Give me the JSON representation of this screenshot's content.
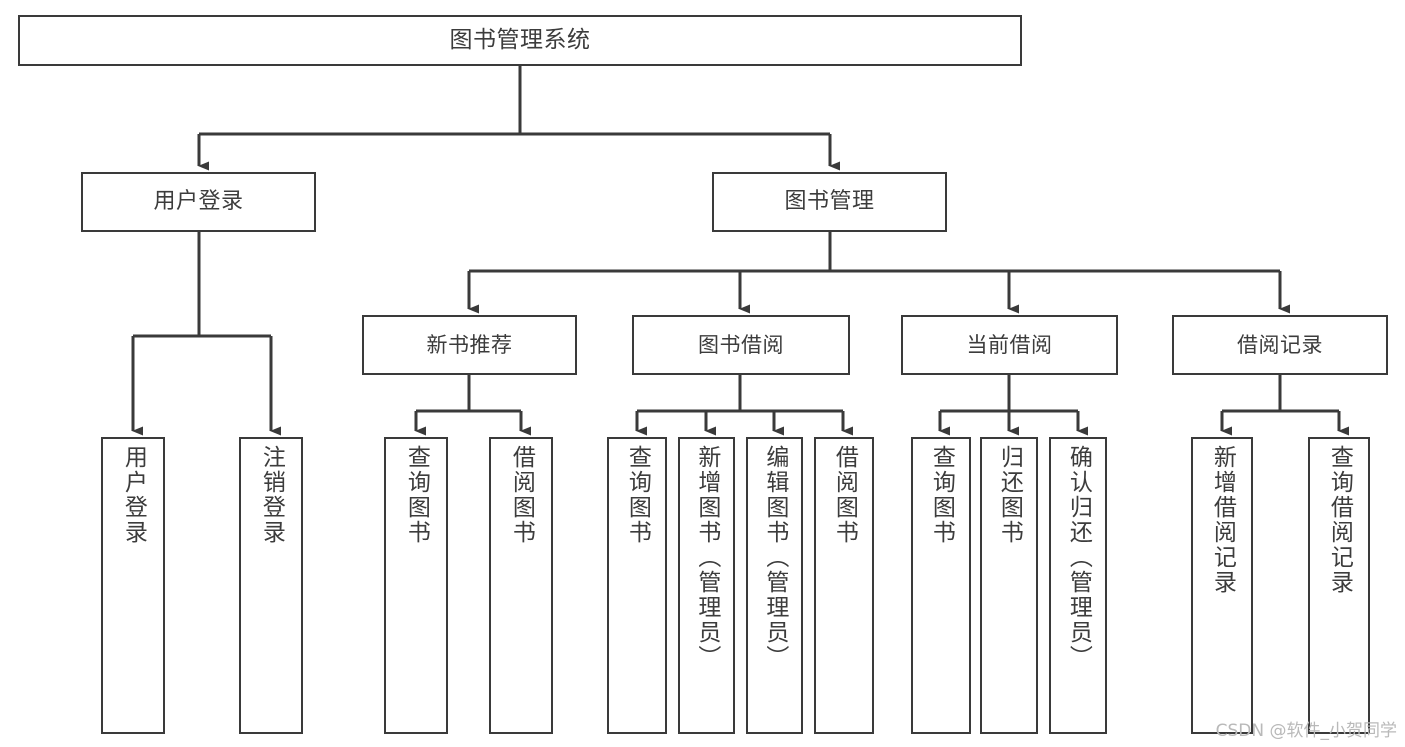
{
  "diagram": {
    "type": "tree",
    "title": "图书管理系统",
    "watermark": "CSDN @软件_小贺同学",
    "colors": {
      "box_border": "#3a3a3a",
      "box_fill": "#ffffff",
      "edge": "#3a3a3a",
      "text": "#3c3c3c",
      "watermark": "#b9b9b9",
      "background": "#ffffff"
    },
    "nodes": {
      "root": {
        "label": "图书管理系统"
      },
      "level2": [
        {
          "id": "user-login",
          "label": "用户登录"
        },
        {
          "id": "book-manage",
          "label": "图书管理"
        }
      ],
      "level3": [
        {
          "id": "new-book-recommend",
          "label": "新书推荐"
        },
        {
          "id": "book-borrow",
          "label": "图书借阅"
        },
        {
          "id": "current-borrow",
          "label": "当前借阅"
        },
        {
          "id": "borrow-record",
          "label": "借阅记录"
        }
      ],
      "leaves": [
        {
          "id": "leaf-user-login",
          "label": "用户登录",
          "parent": "user-login"
        },
        {
          "id": "leaf-logout-login",
          "label": "注销登录",
          "parent": "user-login"
        },
        {
          "id": "leaf-query-book-1",
          "label": "查询图书",
          "parent": "new-book-recommend"
        },
        {
          "id": "leaf-borrow-book-1",
          "label": "借阅图书",
          "parent": "new-book-recommend"
        },
        {
          "id": "leaf-query-book-2",
          "label": "查询图书",
          "parent": "book-borrow"
        },
        {
          "id": "leaf-add-book",
          "label": "新增图书（管理员）",
          "parent": "book-borrow"
        },
        {
          "id": "leaf-edit-book",
          "label": "编辑图书（管理员）",
          "parent": "book-borrow"
        },
        {
          "id": "leaf-borrow-book-2",
          "label": "借阅图书",
          "parent": "book-borrow"
        },
        {
          "id": "leaf-query-book-3",
          "label": "查询图书",
          "parent": "current-borrow"
        },
        {
          "id": "leaf-return-book",
          "label": "归还图书",
          "parent": "current-borrow"
        },
        {
          "id": "leaf-confirm-return",
          "label": "确认归还（管理员）",
          "parent": "current-borrow"
        },
        {
          "id": "leaf-add-record",
          "label": "新增借阅记录",
          "parent": "borrow-record"
        },
        {
          "id": "leaf-query-record",
          "label": "查询借阅记录",
          "parent": "borrow-record"
        }
      ]
    }
  }
}
